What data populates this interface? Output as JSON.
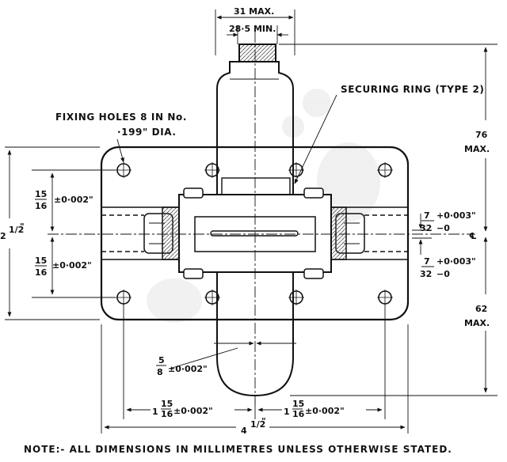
{
  "dimensions": {
    "width_max": "31 MAX.",
    "width_min": "28·5 MIN.",
    "height_top_value": "76",
    "height_top_unit": "MAX.",
    "height_bottom_value": "62",
    "height_bottom_unit": "MAX.",
    "total_height_whole": "2",
    "total_height_frac": "1/2",
    "total_height_unit": "\"",
    "total_width_whole": "4",
    "total_width_frac": "1/2",
    "total_width_unit": "\"",
    "upper_left_num": "15",
    "upper_left_den": "16",
    "upper_left_tol": "±0·002\"",
    "lower_left_num": "15",
    "lower_left_den": "16",
    "lower_left_tol": "±0·002\"",
    "upper_right_num": "7",
    "upper_right_den": "32",
    "upper_right_tol_plus": "+0·003\"",
    "upper_right_tol_minus": "−0",
    "lower_right_num": "7",
    "lower_right_den": "32",
    "lower_right_tol_plus": "+0·003\"",
    "lower_right_tol_minus": "−0",
    "centre_num": "5",
    "centre_den": "8",
    "centre_tol": "±0·002\"",
    "bottom_left_whole": "1",
    "bottom_left_num": "15",
    "bottom_left_den": "16",
    "bottom_left_tol": "±0·002\"",
    "bottom_right_whole": "1",
    "bottom_right_num": "15",
    "bottom_right_den": "16",
    "bottom_right_tol": "±0·002\"",
    "centreline_symbol": "℄"
  },
  "labels": {
    "securing_ring": "SECURING RING (TYPE 2)",
    "fixing_holes_line1": "FIXING HOLES 8 IN No.",
    "fixing_holes_line2": "·199\" DIA."
  },
  "note": "NOTE:- ALL DIMENSIONS IN MILLIMETRES UNLESS OTHERWISE STATED."
}
